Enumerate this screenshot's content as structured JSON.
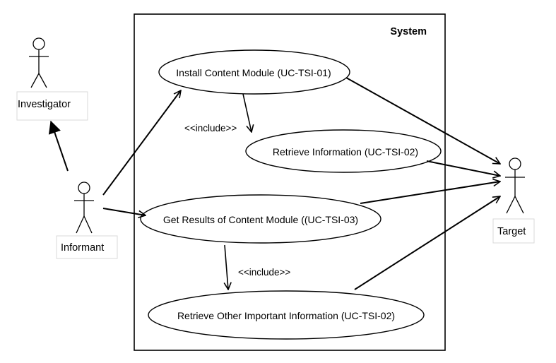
{
  "system": {
    "label": "System"
  },
  "actors": {
    "investigator": {
      "label": "Investigator"
    },
    "informant": {
      "label": "Informant"
    },
    "target": {
      "label": "Target"
    }
  },
  "use_cases": {
    "install": {
      "label": "Install Content Module (UC-TSI-01)"
    },
    "retrieve": {
      "label": "Retrieve Information (UC-TSI-02)"
    },
    "get_results": {
      "label": "Get Results of Content Module ((UC-TSI-03)"
    },
    "retrieve_other": {
      "label": "Retrieve Other Important Information (UC-TSI-02)"
    }
  },
  "relations": {
    "include_1": {
      "label": "<<include>>"
    },
    "include_2": {
      "label": "<<include>>"
    }
  },
  "colors": {
    "stroke": "#000000",
    "background": "#ffffff",
    "actor_box_border": "#d9d9d9"
  }
}
